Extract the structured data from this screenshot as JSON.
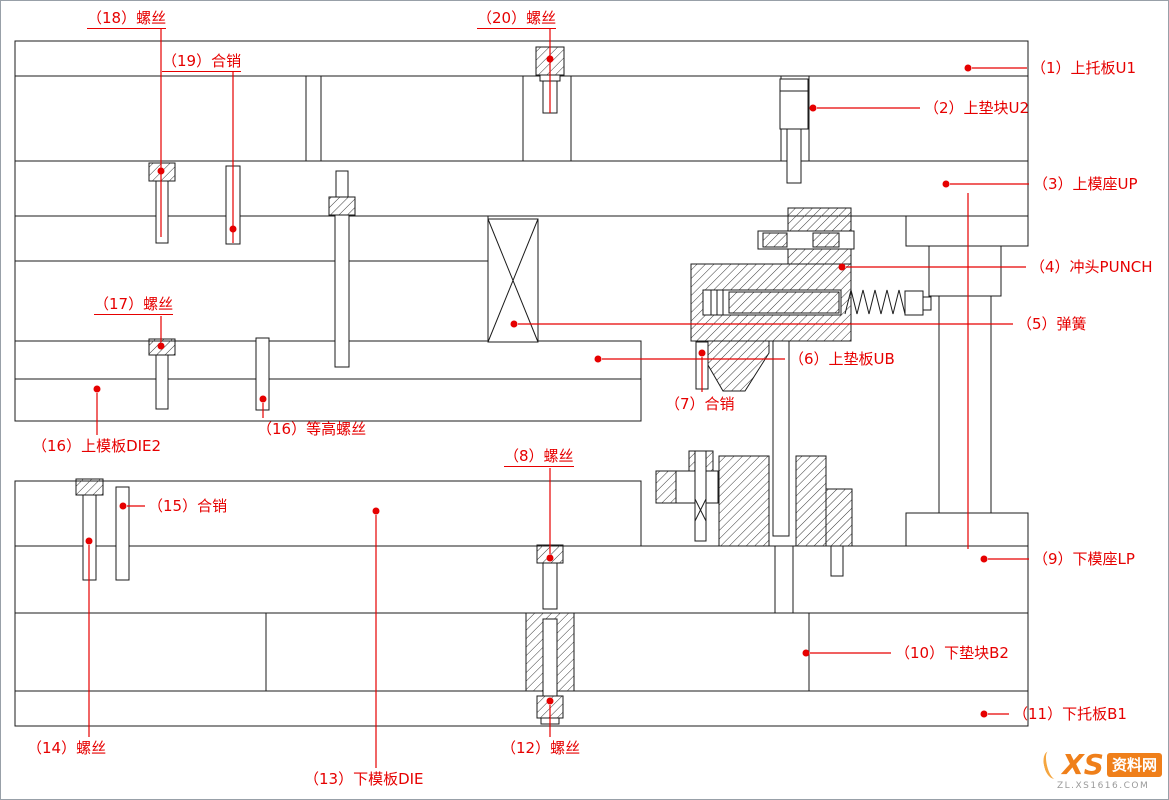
{
  "diagram": {
    "labels": [
      {
        "id": "1",
        "text": "（1）上托板U1"
      },
      {
        "id": "2",
        "text": "（2）上垫块U2"
      },
      {
        "id": "3",
        "text": "（3）上模座UP"
      },
      {
        "id": "4",
        "text": "（4）冲头PUNCH"
      },
      {
        "id": "5",
        "text": "（5）弹簧"
      },
      {
        "id": "6",
        "text": "（6）上垫板UB"
      },
      {
        "id": "7",
        "text": "（7）合销"
      },
      {
        "id": "8",
        "text": "（8）螺丝"
      },
      {
        "id": "9",
        "text": "（9）下模座LP"
      },
      {
        "id": "10",
        "text": "（10）下垫块B2"
      },
      {
        "id": "11",
        "text": "（11）下托板B1"
      },
      {
        "id": "12",
        "text": "（12）螺丝"
      },
      {
        "id": "13",
        "text": "（13）下模板DIE"
      },
      {
        "id": "14",
        "text": "（14）螺丝"
      },
      {
        "id": "15",
        "text": "（15）合销"
      },
      {
        "id": "16a",
        "text": "（16）上模板DIE2"
      },
      {
        "id": "16b",
        "text": "（16）等高螺丝"
      },
      {
        "id": "17",
        "text": "（17）螺丝"
      },
      {
        "id": "18",
        "text": "（18）螺丝"
      },
      {
        "id": "19",
        "text": "（19）合销"
      },
      {
        "id": "20",
        "text": "（20）螺丝"
      }
    ]
  },
  "watermark": {
    "logo": "XS",
    "brand": "资料网",
    "url": "ZL.XS1616.COM"
  },
  "colors": {
    "annotation_red": "#e60000",
    "drawing_line": "#1b1b1b",
    "watermark_orange": "#ef7f1a"
  }
}
